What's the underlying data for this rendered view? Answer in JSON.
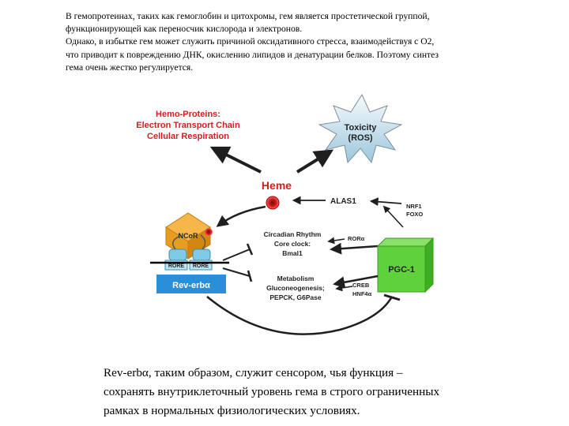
{
  "intro_lines": [
    "В гемопротеинах, таких как гемоглобин и цитохромы, гем является простетической группой,",
    "функционирующей как переносчик кислорода и электронов.",
    "Однако, в избытке гем может служить причиной оксидативного стресса, взаимодействуя с O2,",
    "что приводит к повреждению ДНК, окислению липидов и денатурации белков. Поэтому синтез",
    "гема очень жестко регулируется."
  ],
  "diagram": {
    "hemo_proteins": [
      "Hemo-Proteins:",
      "Electron Transport Chain",
      "Cellular Respiration"
    ],
    "toxicity": [
      "Toxicity",
      "(ROS)"
    ],
    "heme": "Heme",
    "alas1": "ALAS1",
    "nrf1": "NRF1",
    "foxo": "FOXO",
    "ncor": "NCoR",
    "rore_left": "RORE",
    "rore_right": "RORE",
    "rev_erb": "Rev-erbα",
    "circadian": [
      "Circadian Rhythm",
      "Core clock:",
      "Bmal1"
    ],
    "ror_alpha": "RORα",
    "pgc1": "PGC-1",
    "metabolism": [
      "Metabolism",
      "Gluconeogenesis;",
      "PEPCK, G6Pase"
    ],
    "creb": "CREB",
    "hnf4": "HNF4α",
    "colors": {
      "red": "#d11e1e",
      "orange": "#f2a11b",
      "green": "#5fd13c",
      "blue_box": "#2a8fd8",
      "arrow": "#1f1f1f"
    }
  },
  "caption_lines": [
    "Rev-erbα, таким образом, служит сенсором, чья функция –",
    "сохранять внутриклеточный уровень гема в строго ограниченных",
    "рамках в нормальных физиологических условиях."
  ]
}
